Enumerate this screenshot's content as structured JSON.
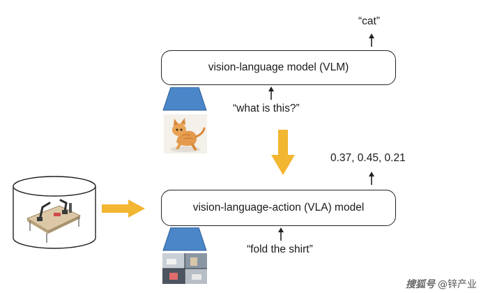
{
  "vlm": {
    "box_label": "vision-language model (VLM)",
    "output_text": "“cat”",
    "prompt_text": "“what is this?”",
    "image_icon": "cat-photo-icon"
  },
  "vla": {
    "box_label": "vision-language-action (VLA) model",
    "output_text": "0.37, 0.45, 0.21",
    "prompt_text": "“fold the shirt”",
    "image_icon": "robot-camera-photo-icon"
  },
  "dataset": {
    "icon": "database-cylinder-icon",
    "content_icon": "robot-arm-photo-icon"
  },
  "colors": {
    "encoder_blue": "#4a86c8",
    "arrow_yellow": "#f2b631",
    "border": "#222222"
  },
  "watermark": {
    "logo": "搜狐号",
    "text": "@锌产业"
  }
}
